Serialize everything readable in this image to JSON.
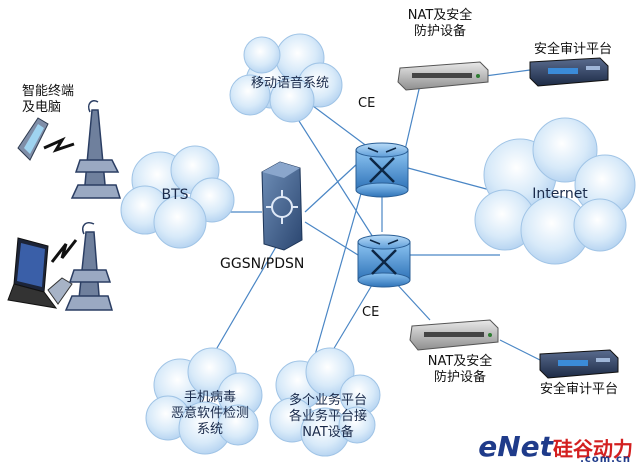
{
  "labels": {
    "terminal": "智能终端\n及电脑",
    "voice_cloud": "移动语音系统",
    "bts": "BTS",
    "ggsn": "GGSN/PDSN",
    "ce_top": "CE",
    "ce_bottom": "CE",
    "internet": "Internet",
    "nat_top": "NAT及安全\n防护设备",
    "nat_bottom": "NAT及安全\n防护设备",
    "audit_top": "安全审计平台",
    "audit_bottom": "安全审计平台",
    "virus_cloud": "手机病毒\n恶意软件检测\n系统",
    "service_cloud": "多个业务平台\n各业务平台接\nNAT设备"
  },
  "watermark": {
    "e": "e",
    "net": "Net",
    "cn": "硅谷动力",
    "com": ".com.cn"
  },
  "colors": {
    "cloud_fill": "#cfe4f7",
    "cloud_edge": "#9ec3e6",
    "router": "#4a8fd0",
    "line": "#4a86c5"
  }
}
